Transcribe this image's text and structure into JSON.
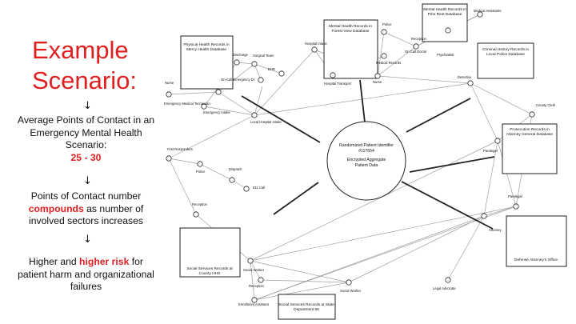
{
  "heading": {
    "line1": "Example",
    "line2": "Scenario:"
  },
  "arrow_glyph": "↓",
  "steps": {
    "s1_text": "Average Points of Contact in an Emergency Mental Health Scenario:",
    "s1_value": "25 - 30",
    "s2_pre": "Points of Contact number ",
    "s2_emph": "compounds",
    "s2_post": " as number of involved sectors increases",
    "s3_pre": "Higher and ",
    "s3_emph": "higher risk",
    "s3_post": " for patient harm and organizational failures"
  },
  "diagram": {
    "center": {
      "l1": "Randomized Patient Identifier",
      "l2": "#117654",
      "l3": "Encrypted Aggregate",
      "l4": "Patient Data"
    },
    "databases": {
      "physical": [
        "Physical Health Records in",
        "Mercy Health Database"
      ],
      "forest": [
        "Mental Health Records in",
        "Forest View Database"
      ],
      "pine": [
        "Mental Health Records in",
        "Pine Rest Database"
      ],
      "police": [
        "Criminal History Records in",
        "Local Police Database"
      ],
      "ag": [
        "Prosecution Records in",
        "Attorney General Database"
      ],
      "defense": [
        "Defense Attorney's Office"
      ],
      "county": [
        "Social Services Records at",
        "County HHS"
      ],
      "state": [
        "Social Services Records at State",
        "Department 55"
      ]
    },
    "nodes": {
      "nurse": "Nurse",
      "emergency_medical_tech": "Emergency Medical Technician",
      "discharge": "Discharge",
      "surgical_team": "Surgical Team",
      "ehr": "EHR",
      "er_doctor": "On-Call Emergency Dr.",
      "emergency_intake": "Emergency Intake",
      "local_hospital": "Local Hospital Intake",
      "hospital_intake": "Hospital Intake",
      "hospital_transport": "Hospital Transport",
      "police_1": "Police",
      "medical_records": "Medical Records",
      "nurse_2": "Nurse",
      "reception_1": "Reception",
      "on_call_doctor": "On Call Doctor",
      "psychiatrist": "Psychiatrist",
      "medical_assistants": "Medical Assistants",
      "detective": "Detective",
      "county_clerk": "County Clerk",
      "paralegal_1": "Paralegal",
      "paralegal_2": "Paralegal",
      "attorney": "Attorney",
      "first_responders": "First Responders",
      "police_2": "Police",
      "dispatch": "Dispatch",
      "call_911": "911 Call",
      "reception_2": "Reception",
      "social_worker_1": "Social Worker",
      "reception_3": "Reception",
      "enrollment_assistant": "Enrollment Assistant",
      "social_worker_2": "Social Worker",
      "legal_advocate": "Legal Advocate"
    }
  }
}
